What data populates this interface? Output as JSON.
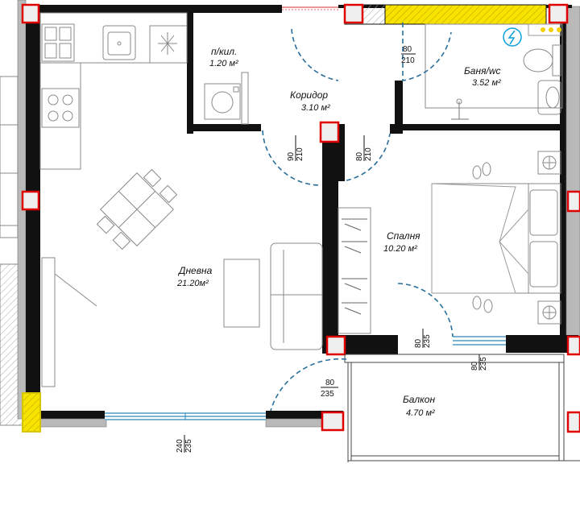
{
  "rooms": {
    "pantry": {
      "name": "п/кил.",
      "area": "1.20 м²"
    },
    "corridor": {
      "name": "Коридор",
      "area": "3.10 м²"
    },
    "bathroom": {
      "name": "Баня/wc",
      "area": "3.52 м²"
    },
    "living": {
      "name": "Дневна",
      "area": "21.20м²"
    },
    "bedroom": {
      "name": "Спалня",
      "area": "10.20 м²"
    },
    "balcony": {
      "name": "Балкон",
      "area": "4.70 м²"
    }
  },
  "dimensions": {
    "bath_door": {
      "w": "80",
      "h": "210"
    },
    "living_door": {
      "w": "90",
      "h": "210"
    },
    "bedroom_door": {
      "w": "80",
      "h": "210"
    },
    "bedroom_balcony_door": {
      "w": "80",
      "h": "235"
    },
    "living_balcony_door": {
      "w": "80",
      "h": "235"
    },
    "living_window": {
      "w": "240",
      "h": "235"
    },
    "bedroom_window": {
      "w": "80",
      "h": "235"
    }
  },
  "colors": {
    "wall": "#111111",
    "door": "#2a6f9c",
    "window": "#2a86b8",
    "column": "#e00000",
    "hatch": "#f0d000"
  },
  "icons": [
    "sink-icon",
    "stove-icon",
    "fridge-icon",
    "washing-machine-icon",
    "toilet-icon",
    "bath-sink-icon",
    "electric-panel-icon",
    "lamp-icon",
    "slippers-icon",
    "dining-table-icon",
    "sofa-icon",
    "bed-icon",
    "wardrobe-icon"
  ]
}
